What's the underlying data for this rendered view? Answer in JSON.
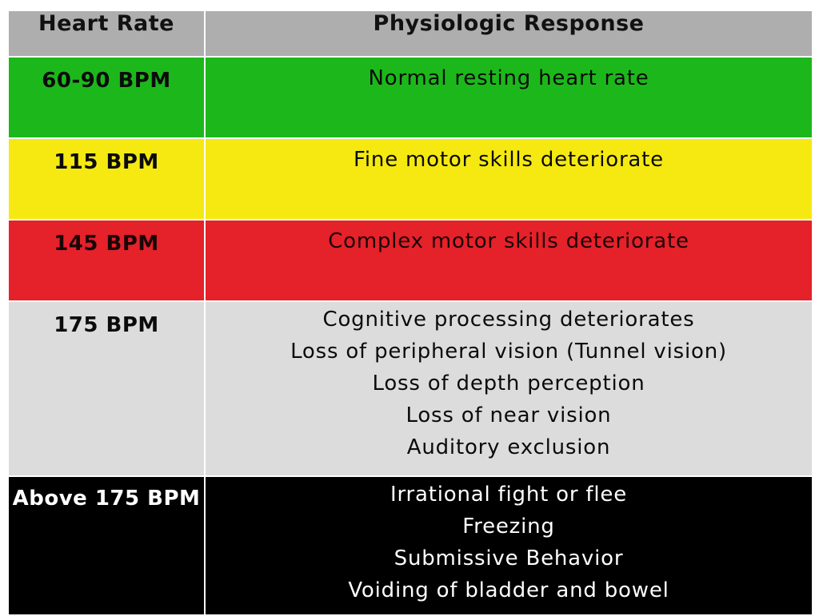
{
  "table": {
    "headers": {
      "heart_rate": "Heart Rate",
      "physiologic_response": "Physiologic Response"
    },
    "rows": [
      {
        "rate": "60-90 BPM",
        "color": "#1cb81b",
        "responses": [
          "Normal resting heart rate"
        ]
      },
      {
        "rate": "115 BPM",
        "color": "#f5e911",
        "responses": [
          "Fine motor skills deteriorate"
        ]
      },
      {
        "rate": "145 BPM",
        "color": "#e5212a",
        "responses": [
          "Complex motor skills deteriorate"
        ]
      },
      {
        "rate": "175 BPM",
        "color": "#dcdcdc",
        "responses": [
          "Cognitive processing deteriorates",
          "Loss of peripheral vision (Tunnel vision)",
          "Loss of depth perception",
          "Loss of near vision",
          "Auditory exclusion"
        ]
      },
      {
        "rate": "Above 175 BPM",
        "color": "#000000",
        "responses": [
          "Irrational fight or flee",
          "Freezing",
          "Submissive Behavior",
          "Voiding of bladder and bowel"
        ]
      }
    ]
  }
}
